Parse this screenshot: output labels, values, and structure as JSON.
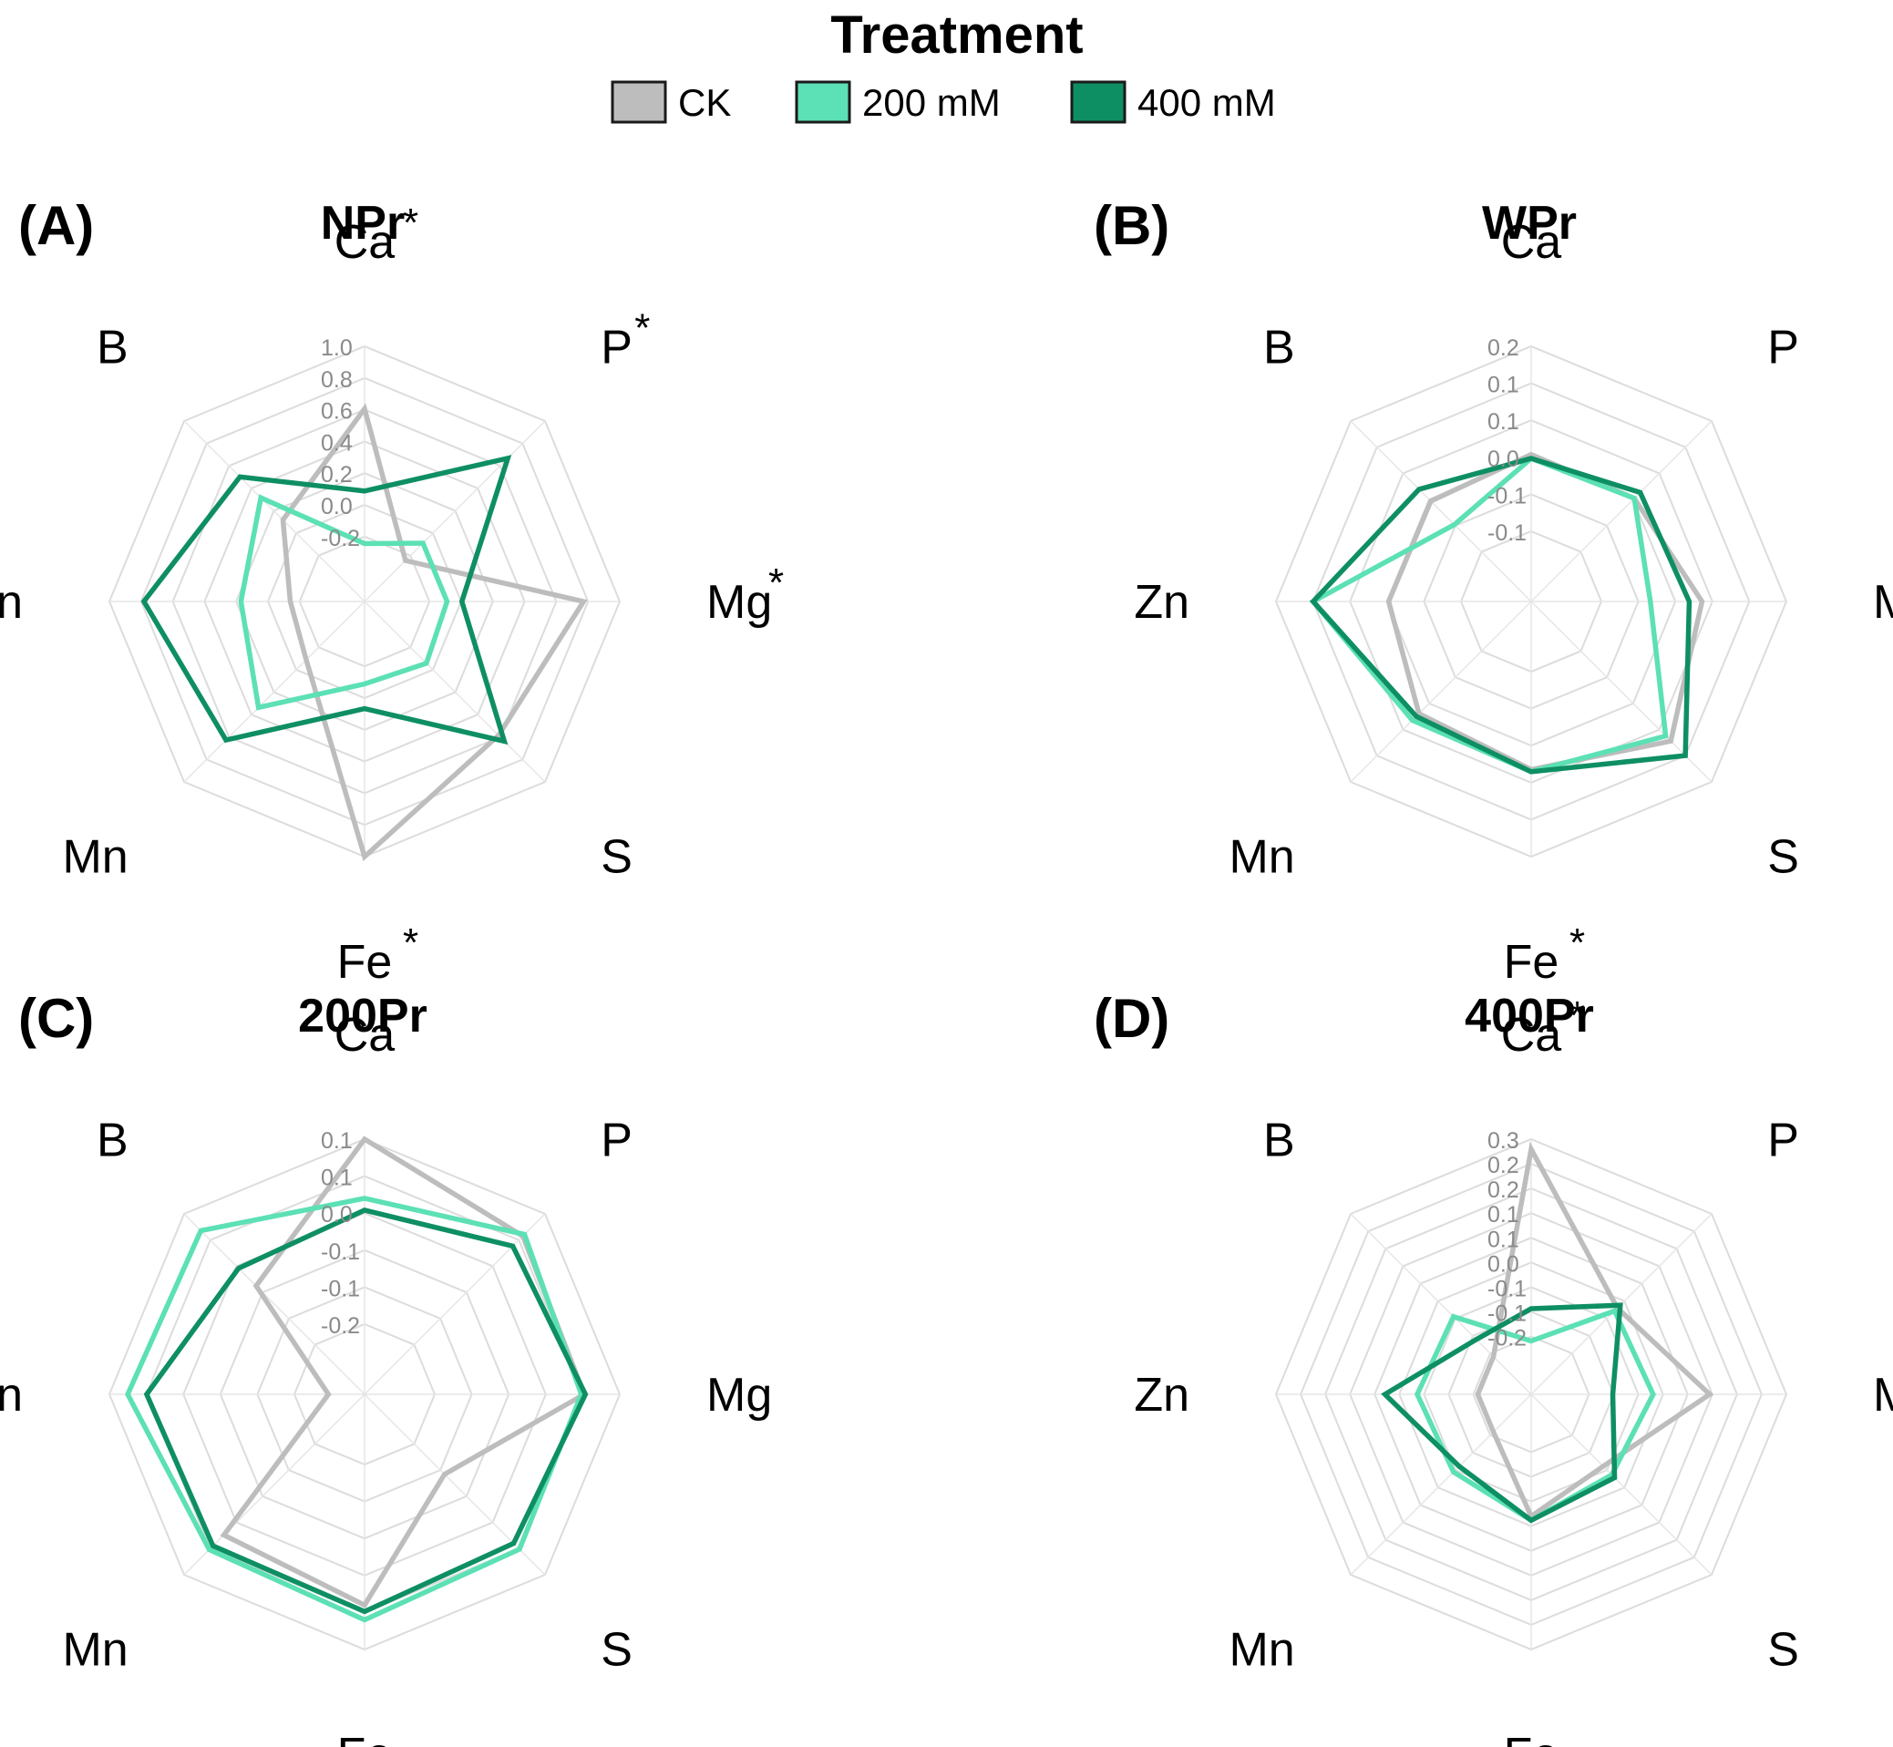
{
  "legend": {
    "title": "Treatment",
    "items": [
      {
        "label": "CK",
        "color": "#bdbdbd"
      },
      {
        "label": "200 mM",
        "color": "#5ce0b5"
      },
      {
        "label": "400 mM",
        "color": "#0e8f63"
      }
    ]
  },
  "chart_data": [
    {
      "type": "radar",
      "panel_label": "(A)",
      "title": "NPr",
      "axes": [
        "Ca",
        "P",
        "Mg",
        "S",
        "Fe",
        "Mn",
        "Zn",
        "B"
      ],
      "significant": [
        true,
        true,
        true,
        false,
        true,
        false,
        true,
        false
      ],
      "tick_labels": [
        "-0.2",
        "0.0",
        "0.2",
        "0.4",
        "0.6",
        "0.8",
        "1.0"
      ],
      "rlim": [
        -0.35,
        1.0
      ],
      "series": [
        {
          "name": "CK",
          "values": [
            0.62,
            -0.2,
            0.78,
            0.6,
            1.0,
            -0.05,
            -0.1,
            0.15
          ]
        },
        {
          "name": "200 mM",
          "values": [
            -0.2,
            -0.05,
            -0.05,
            -0.02,
            -0.05,
            0.36,
            0.2,
            0.34
          ]
        },
        {
          "name": "400 mM",
          "values": [
            0.12,
            0.68,
            0.04,
            0.65,
            0.1,
            0.64,
            0.79,
            0.52
          ]
        }
      ]
    },
    {
      "type": "radar",
      "panel_label": "(B)",
      "title": "WPr",
      "axes": [
        "Ca",
        "P",
        "Mg",
        "S",
        "Fe",
        "Mn",
        "Zn",
        "B"
      ],
      "significant": [
        false,
        false,
        false,
        false,
        true,
        false,
        false,
        false
      ],
      "tick_labels": [
        "-0.1",
        "-0.1",
        "0.0",
        "0.1",
        "0.1",
        "0.2"
      ],
      "rlim": [
        -0.2,
        0.2
      ],
      "series": [
        {
          "name": "CK",
          "values": [
            0.005,
            0.003,
            0.048,
            0.096,
            0.043,
            0.026,
            -0.003,
            -0.004
          ]
        },
        {
          "name": "200 mM",
          "values": [
            -0.002,
            0.003,
            -0.045,
            0.083,
            0.047,
            0.043,
            0.133,
            -0.064
          ]
        },
        {
          "name": "400 mM",
          "values": [
            -0.002,
            0.018,
            0.025,
            0.133,
            0.047,
            0.033,
            0.133,
            0.026
          ]
        }
      ]
    },
    {
      "type": "radar",
      "panel_label": "(C)",
      "title": "200Pr",
      "axes": [
        "Ca",
        "P",
        "Mg",
        "S",
        "Fe",
        "Mn",
        "Zn",
        "B"
      ],
      "significant": [
        false,
        false,
        false,
        false,
        false,
        false,
        true,
        false
      ],
      "tick_labels": [
        "-0.2",
        "-0.1",
        "-0.1",
        "0.0",
        "0.1",
        "0.1"
      ],
      "rlim": [
        -0.25,
        0.125
      ],
      "series": [
        {
          "name": "CK",
          "values": [
            0.125,
            0.072,
            0.065,
            -0.115,
            0.05,
            0.03,
            -0.245,
            -0.047
          ]
        },
        {
          "name": "200 mM",
          "values": [
            0.025,
            0.076,
            0.06,
            0.064,
            0.075,
            0.065,
            0.094,
            0.085
          ]
        },
        {
          "name": "400 mM",
          "values": [
            0.005,
            0.048,
            0.067,
            0.05,
            0.061,
            0.056,
            0.062,
            -0.005
          ]
        }
      ]
    },
    {
      "type": "radar",
      "panel_label": "(D)",
      "title": "400Pr",
      "axes": [
        "Ca",
        "P",
        "Mg",
        "S",
        "Fe",
        "Mn",
        "Zn",
        "B"
      ],
      "significant": [
        true,
        false,
        true,
        false,
        false,
        false,
        false,
        false
      ],
      "tick_labels": [
        "-0.2",
        "-0.1",
        "-0.1",
        "0.0",
        "0.1",
        "0.1",
        "0.2",
        "0.2",
        "0.3"
      ],
      "rlim": [
        -0.25,
        0.3
      ],
      "series": [
        {
          "name": "CK",
          "values": [
            0.275,
            -0.03,
            0.11,
            -0.08,
            -0.03,
            -0.2,
            -0.2,
            -0.2
          ]
        },
        {
          "name": "200 mM",
          "values": [
            -0.2,
            -0.04,
            -0.03,
            -0.05,
            -0.02,
            -0.06,
            -0.05,
            -0.06
          ]
        },
        {
          "name": "400 mM",
          "values": [
            -0.12,
            -0.02,
            -0.13,
            -0.04,
            -0.02,
            -0.08,
            0.03,
            -0.14
          ]
        }
      ]
    }
  ]
}
